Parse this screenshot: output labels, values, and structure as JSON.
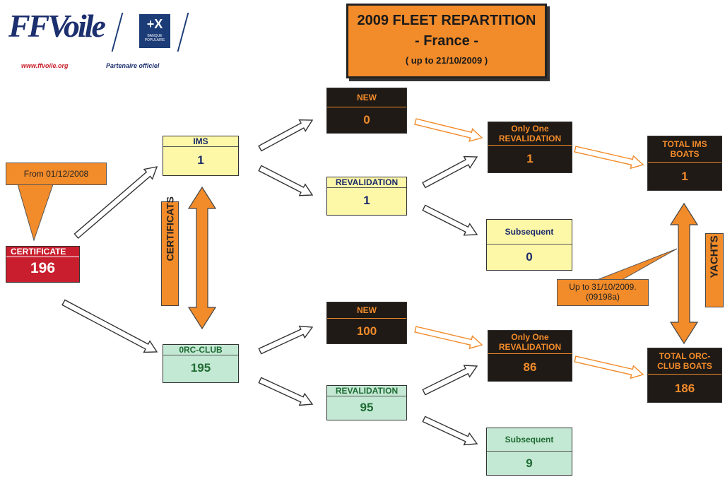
{
  "logo": {
    "brand": "FFVoile",
    "url": "www.ffvoile.org",
    "partner_symbol": "+X",
    "partner_name": "BANQUE POPULAIRE",
    "partner_label": "Partenaire officiel"
  },
  "title": {
    "line1": "2009 FLEET REPARTITION",
    "line2": "- France -",
    "line3": "( up to 21/10/2009 )"
  },
  "callout_from": "From 01/12/2008",
  "certificate": {
    "label": "CERTIFICATE",
    "value": "196"
  },
  "certificats_label": "CERTIFICATS",
  "ims": {
    "label": "IMS",
    "value": "1"
  },
  "orc": {
    "label": "0RC-CLUB",
    "value": "195"
  },
  "ims_new": {
    "label": "NEW",
    "value": "0"
  },
  "ims_reval": {
    "label": "REVALIDATION",
    "value": "1"
  },
  "orc_new": {
    "label": "NEW",
    "value": "100"
  },
  "orc_reval": {
    "label": "REVALIDATION",
    "value": "95"
  },
  "ims_only_one": {
    "label": "Only One REVALIDATION",
    "value": "1"
  },
  "ims_subsequent": {
    "label": "Subsequent",
    "value": "0"
  },
  "orc_only_one": {
    "label": "Only One REVALIDATION",
    "value": "86"
  },
  "orc_subsequent": {
    "label": "Subsequent",
    "value": "9"
  },
  "total_ims": {
    "label": "TOTAL IMS BOATS",
    "value": "1"
  },
  "total_orc": {
    "label": "TOTAL ORC-CLUB BOATS",
    "value": "186"
  },
  "yachts_label": "YACHTS",
  "callout_up_to": {
    "line1": "Up  to 31/10/2009.",
    "line2": "(09198a)"
  },
  "colors": {
    "orange": "#f28b2a",
    "dark": "#1f1a16",
    "red": "#c81e2d",
    "yellow": "#fdf7a8",
    "green": "#c3e8d3"
  }
}
